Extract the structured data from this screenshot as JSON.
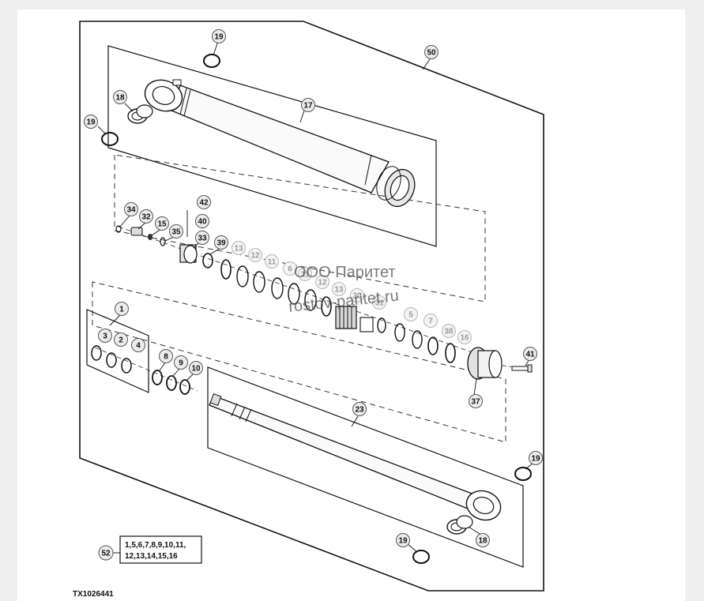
{
  "drawing_code": "TX1026441",
  "watermark": [
    "ООО Паритет",
    "rostov-paritet.ru"
  ],
  "kit": {
    "number": "52",
    "lines": [
      "1,5,6,7,8,9,10,11,",
      "12,13,14,15,16"
    ]
  },
  "callouts": [
    {
      "id": "c19a",
      "label": "19"
    },
    {
      "id": "c50",
      "label": "50"
    },
    {
      "id": "c18a",
      "label": "18"
    },
    {
      "id": "c19b",
      "label": "19"
    },
    {
      "id": "c17",
      "label": "17"
    },
    {
      "id": "c42",
      "label": "42"
    },
    {
      "id": "c34",
      "label": "34"
    },
    {
      "id": "c32",
      "label": "32"
    },
    {
      "id": "c40",
      "label": "40"
    },
    {
      "id": "c15",
      "label": "15"
    },
    {
      "id": "c35",
      "label": "35"
    },
    {
      "id": "c33",
      "label": "33"
    },
    {
      "id": "c39",
      "label": "39"
    },
    {
      "id": "c13a",
      "label": "13"
    },
    {
      "id": "c12a",
      "label": "12"
    },
    {
      "id": "c11a",
      "label": "11"
    },
    {
      "id": "c6",
      "label": "6"
    },
    {
      "id": "c11b",
      "label": "11"
    },
    {
      "id": "c12b",
      "label": "12"
    },
    {
      "id": "c13b",
      "label": "13"
    },
    {
      "id": "c30",
      "label": "30"
    },
    {
      "id": "c31",
      "label": "31"
    },
    {
      "id": "c5",
      "label": "5"
    },
    {
      "id": "c7",
      "label": "7"
    },
    {
      "id": "c38",
      "label": "38"
    },
    {
      "id": "c16",
      "label": "16"
    },
    {
      "id": "c1",
      "label": "1"
    },
    {
      "id": "c3",
      "label": "3"
    },
    {
      "id": "c2",
      "label": "2"
    },
    {
      "id": "c4",
      "label": "4"
    },
    {
      "id": "c8",
      "label": "8"
    },
    {
      "id": "c9",
      "label": "9"
    },
    {
      "id": "c10",
      "label": "10"
    },
    {
      "id": "c41",
      "label": "41"
    },
    {
      "id": "c37",
      "label": "37"
    },
    {
      "id": "c23",
      "label": "23"
    },
    {
      "id": "c19c",
      "label": "19"
    },
    {
      "id": "c18b",
      "label": "18"
    },
    {
      "id": "c19d",
      "label": "19"
    }
  ]
}
